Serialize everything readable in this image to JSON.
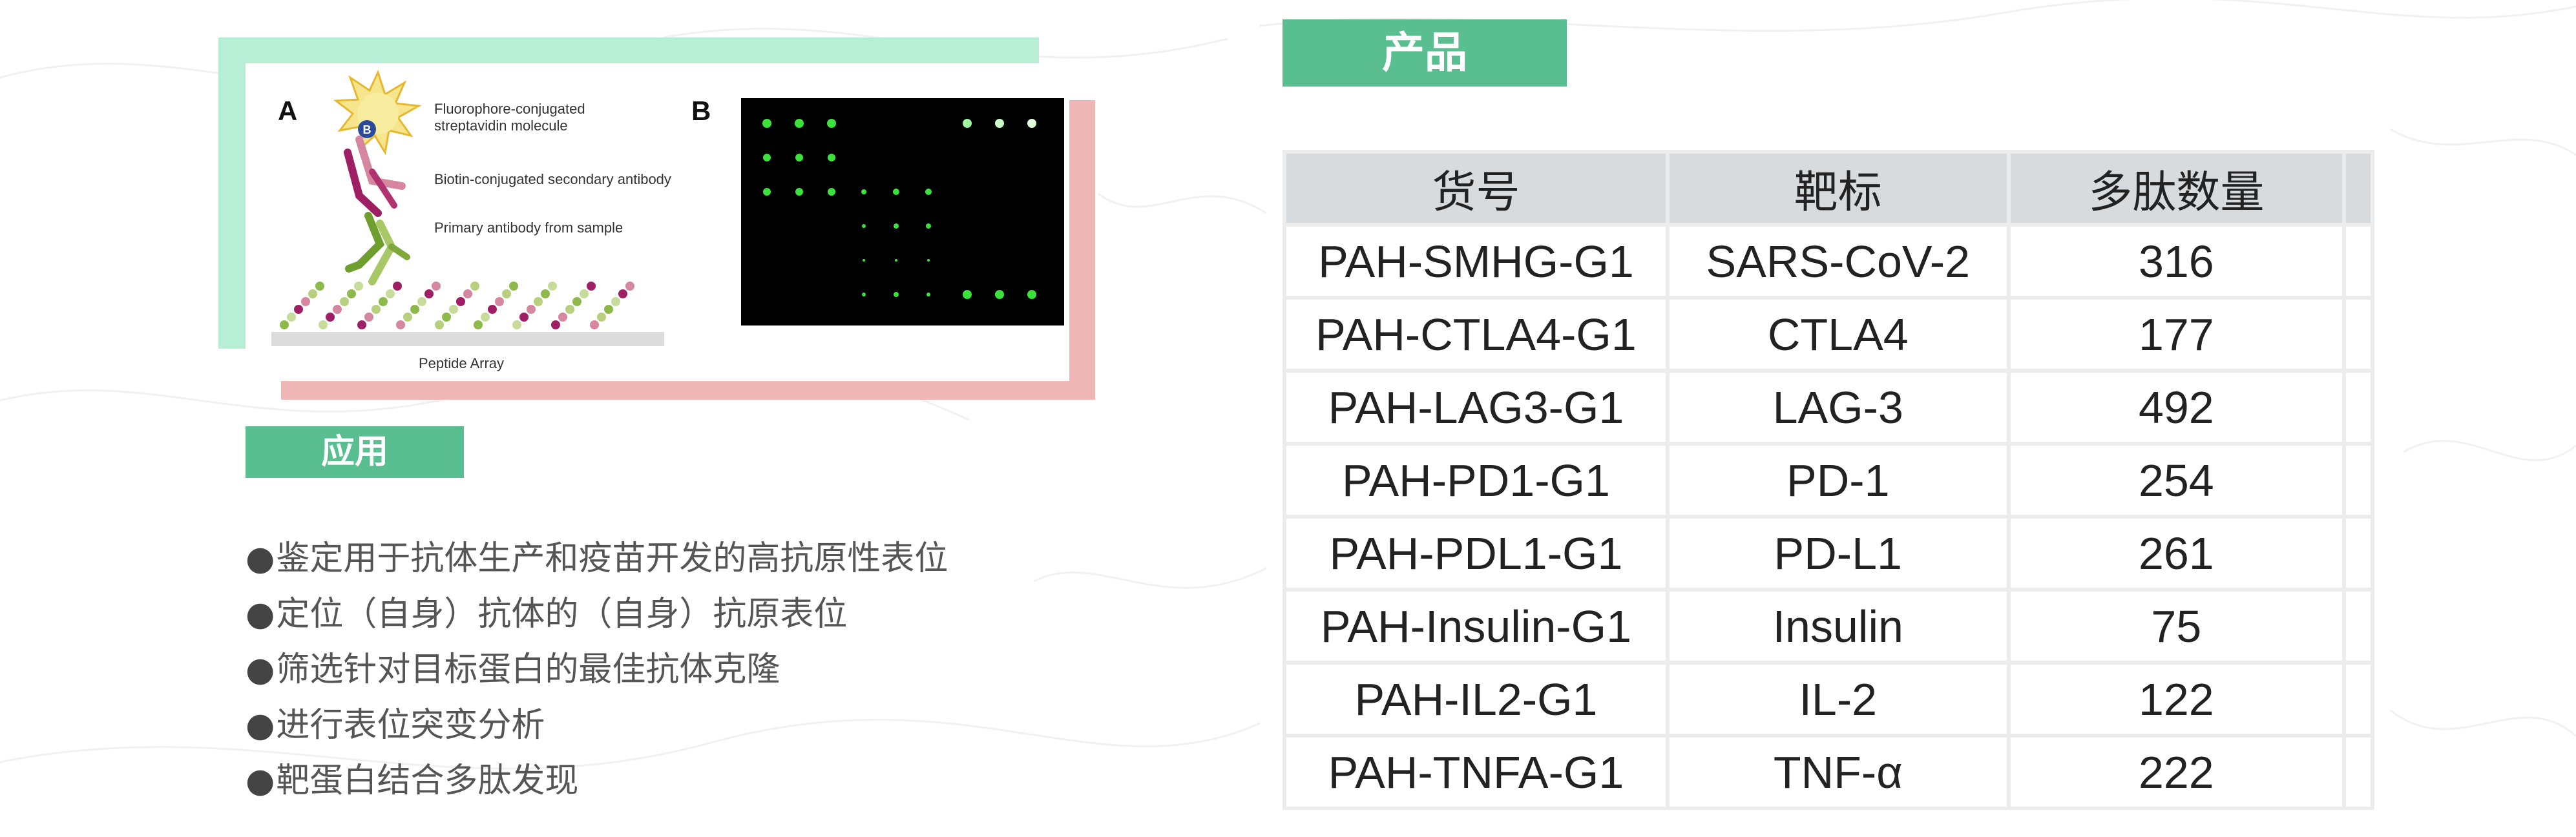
{
  "figure": {
    "panel_a_label": "A",
    "panel_b_label": "B",
    "biotin_badge": "B",
    "label_fluorophore_line1": "Fluorophore-conjugated",
    "label_fluorophore_line2": "streptavidin molecule",
    "label_secondary": "Biotin-conjugated secondary antibody",
    "label_primary": "Primary antibody from sample",
    "label_array": "Peptide Array"
  },
  "applications": {
    "heading": "应用",
    "bullet": "●",
    "items": [
      "鉴定用于抗体生产和疫苗开发的高抗原性表位",
      "定位（自身）抗体的（自身）抗原表位",
      "筛选针对目标蛋白的最佳抗体克隆",
      "进行表位突变分析",
      "靶蛋白结合多肽发现"
    ]
  },
  "products": {
    "heading": "产品",
    "columns": [
      "货号",
      "靶标",
      "多肽数量"
    ],
    "rows": [
      [
        "PAH-SMHG-G1",
        "SARS-CoV-2",
        "316"
      ],
      [
        "PAH-CTLA4-G1",
        "CTLA4",
        "177"
      ],
      [
        "PAH-LAG3-G1",
        "LAG-3",
        "492"
      ],
      [
        "PAH-PD1-G1",
        "PD-1",
        "254"
      ],
      [
        "PAH-PDL1-G1",
        "PD-L1",
        "261"
      ],
      [
        "PAH-Insulin-G1",
        "Insulin",
        "75"
      ],
      [
        "PAH-IL2-G1",
        "IL-2",
        "122"
      ],
      [
        "PAH-TNFA-G1",
        "TNF-α",
        "222"
      ]
    ]
  },
  "colors": {
    "accent_green": "#59bf90",
    "frame_green": "#b6efd6",
    "frame_pink": "#f0b7b7",
    "header_gray": "#d8dbde"
  }
}
